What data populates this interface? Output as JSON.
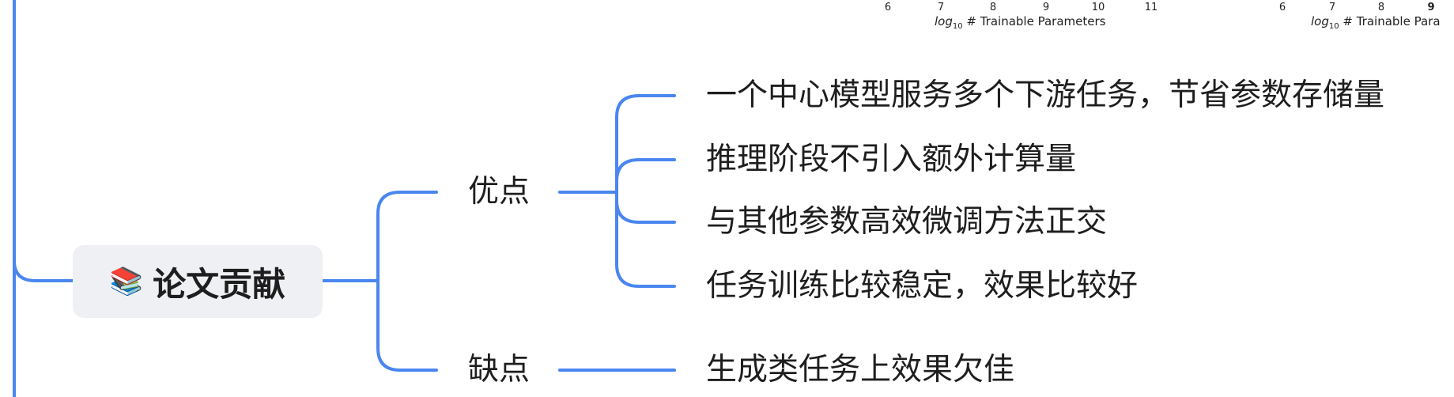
{
  "axis_strips": [
    {
      "ticks": [
        "6",
        "7",
        "8",
        "9",
        "10",
        "11"
      ],
      "label_prefix": "log",
      "label_sub": "10",
      "label_suffix": " # Trainable Parameters"
    },
    {
      "ticks": [
        "6",
        "7",
        "8",
        "9"
      ],
      "label_prefix": "log",
      "label_sub": "10",
      "label_suffix": " # Trainable Para"
    }
  ],
  "mindmap": {
    "root": {
      "icon": "📚",
      "icon_name": "books-icon",
      "label": "论文贡献"
    },
    "branches": [
      {
        "label": "优点",
        "leaves": [
          "一个中心模型服务多个下游任务，节省参数存储量",
          "推理阶段不引入额外计算量",
          "与其他参数高效微调方法正交",
          "任务训练比较稳定，效果比较好"
        ]
      },
      {
        "label": "缺点",
        "leaves": [
          "生成类任务上效果欠佳"
        ]
      }
    ],
    "connector_color": "#4a86f0"
  }
}
